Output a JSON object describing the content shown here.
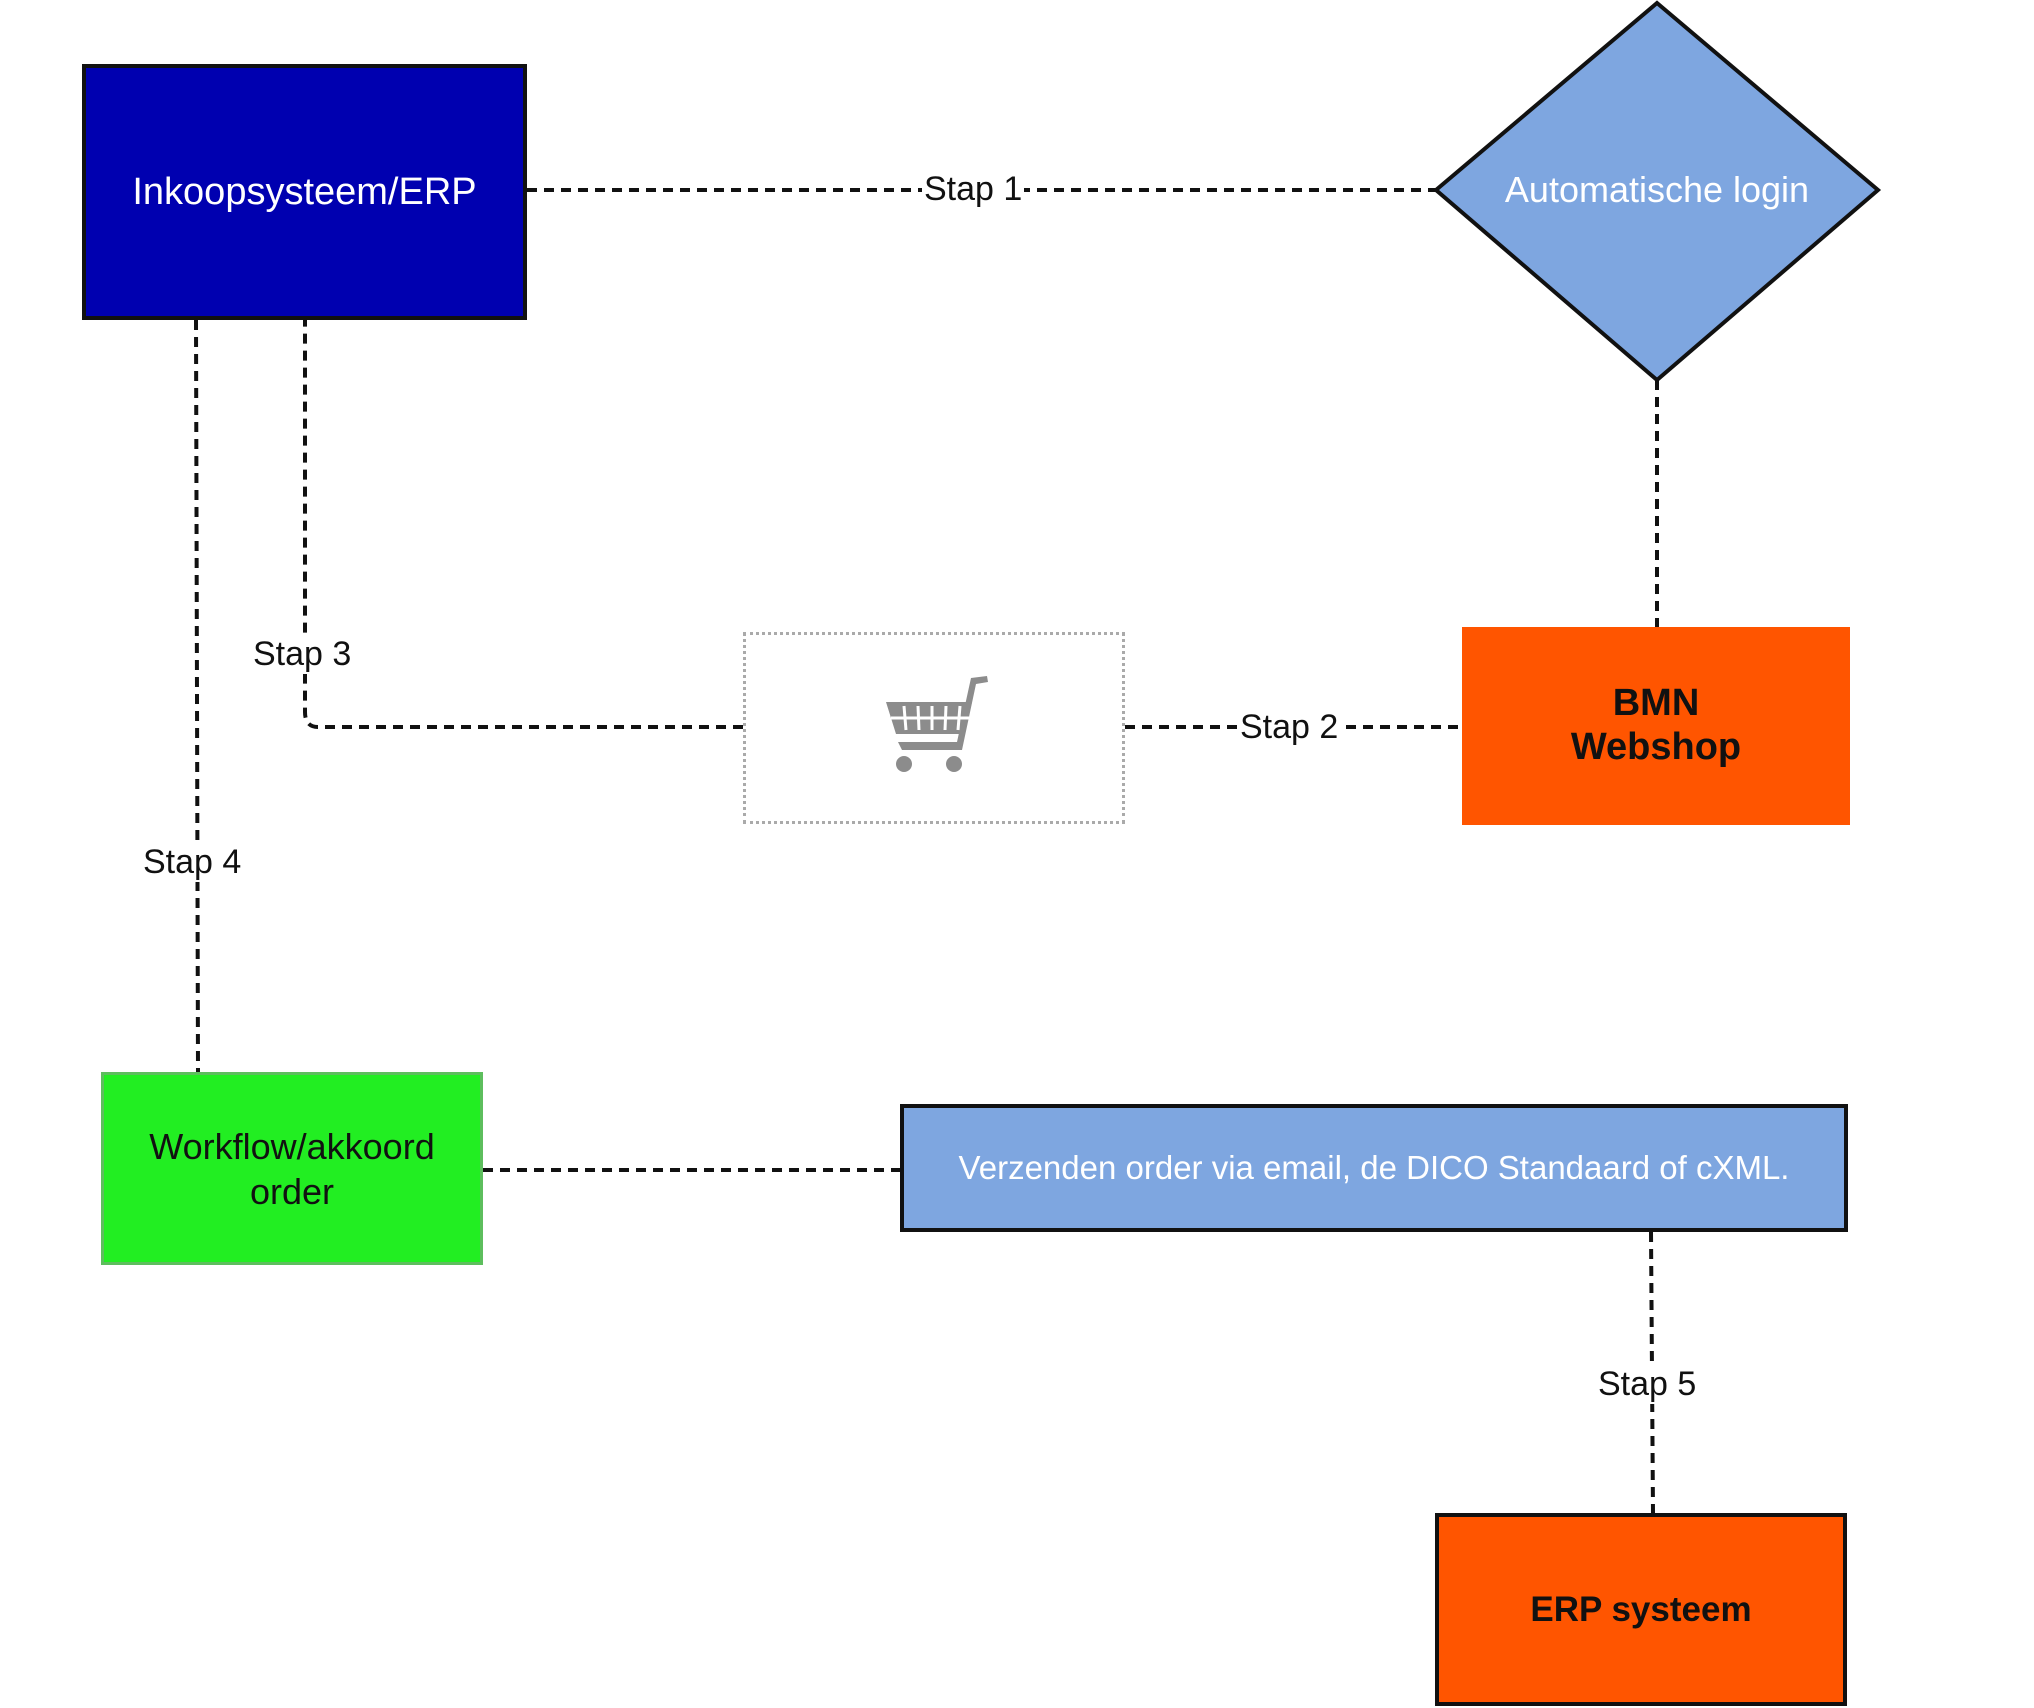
{
  "nodes": {
    "erp": {
      "label": "Inkoopsysteem/ERP",
      "color": "#0000b0"
    },
    "login": {
      "label": "Automatische login",
      "color": "#7ea6e0"
    },
    "webshop": {
      "label": "BMN\nWebshop",
      "color": "#ff5500"
    },
    "cart": {
      "icon": "shopping-cart-icon"
    },
    "workflow": {
      "label": "Workflow/akkoord\norder",
      "color": "#22ee22"
    },
    "send": {
      "label": "Verzenden order via email, de DICO Standaard of cXML.",
      "color": "#7ea6e0"
    },
    "erp_system": {
      "label": "ERP systeem",
      "color": "#ff5500"
    }
  },
  "steps": {
    "step1": "Stap 1",
    "step2": "Stap 2",
    "step3": "Stap 3",
    "step4": "Stap 4",
    "step5": "Stap 5"
  }
}
